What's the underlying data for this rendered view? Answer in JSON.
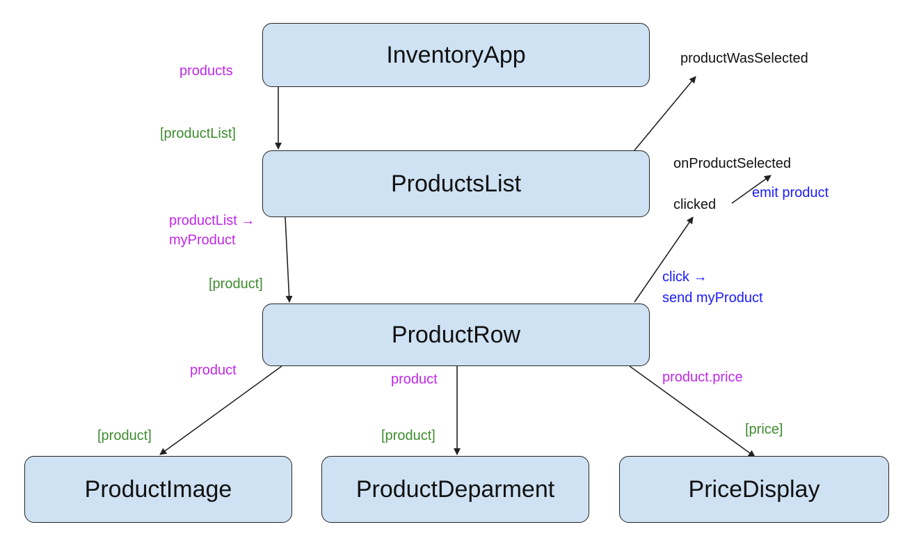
{
  "nodes": {
    "inventory_app": "InventoryApp",
    "products_list": "ProductsList",
    "product_row": "ProductRow",
    "product_image": "ProductImage",
    "product_department": "ProductDeparment",
    "price_display": "PriceDisplay"
  },
  "labels": {
    "products": "products",
    "product_list_binding": "[productList]",
    "product_list_arrow_1": "productList →",
    "product_list_arrow_2": "myProduct",
    "product_binding_row": "[product]",
    "product_left": "product",
    "product_binding_image": "[product]",
    "product_mid": "product",
    "product_binding_dept": "[product]",
    "product_price": "product.price",
    "price_binding": "[price]",
    "product_was_selected": "productWasSelected",
    "on_product_selected": "onProductSelected",
    "clicked": "clicked",
    "emit_product": "emit product",
    "click_1": "click →",
    "click_2": "send myProduct"
  },
  "colors": {
    "node_fill": "#cfe2f3",
    "input_label": "#c027e8",
    "binding_label": "#3d8b2e",
    "event_label": "#1a1aff"
  }
}
